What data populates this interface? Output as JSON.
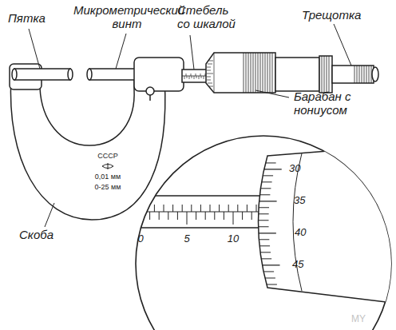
{
  "diagram": {
    "labels": [
      "Пятка",
      "Микрометрический винт",
      "Стебель со шкалой",
      "Трещотка",
      "Барабан с нониусом",
      "Скоба",
      "СССР",
      "0,01 мм",
      "0-25 мм",
      "0",
      "5",
      "10",
      "30",
      "35",
      "40",
      "45",
      "MY"
    ]
  }
}
